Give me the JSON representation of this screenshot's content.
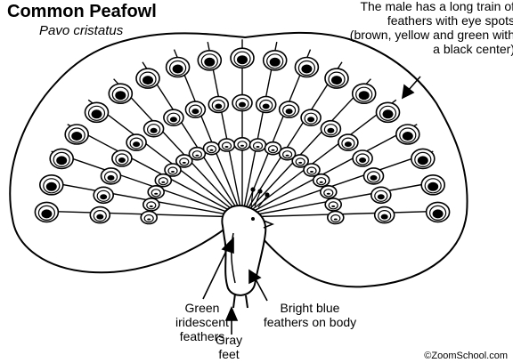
{
  "title": "Common Peafowl",
  "scientific_name": "Pavo cristatus",
  "labels": {
    "male_train": "The male has a long train of feathers with eye spots (brown, yellow and green with a black center)",
    "green_feathers": "Green iridescent feathers",
    "blue_feathers": "Bright blue feathers on body",
    "gray_feet": "Gray feet"
  },
  "copyright": "©ZoomSchool.com",
  "colors": {
    "line": "#000000",
    "background": "#ffffff"
  }
}
